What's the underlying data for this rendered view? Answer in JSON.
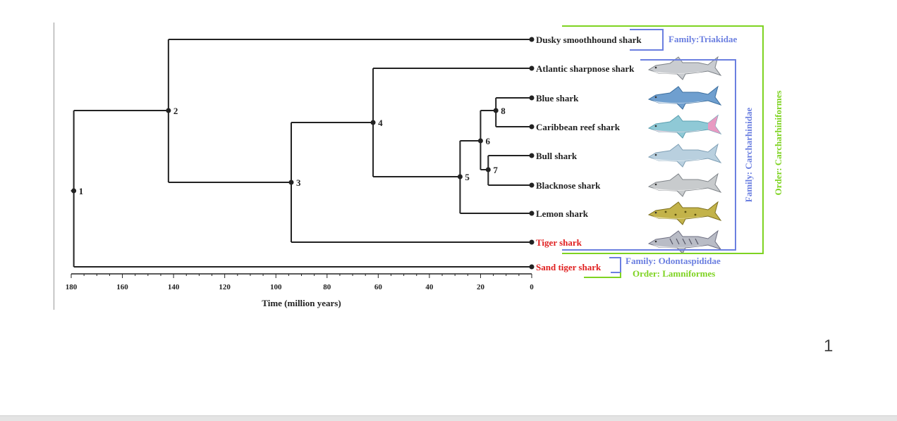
{
  "colors": {
    "tree": "#222222",
    "triakidae": "#6b7fe0",
    "carcharhinidae": "#6b7fe0",
    "carcharhiniformes": "#7ed321",
    "odontaspididae": "#6b7fe0",
    "lamniformes": "#7ed321",
    "highlight_species": "#e02020"
  },
  "nodes": [
    {
      "id": "n1",
      "label": "1",
      "age": 179
    },
    {
      "id": "n2",
      "label": "2",
      "age": 142
    },
    {
      "id": "n3",
      "label": "3",
      "age": 94
    },
    {
      "id": "n4",
      "label": "4",
      "age": 62
    },
    {
      "id": "n5",
      "label": "5",
      "age": 28
    },
    {
      "id": "n6",
      "label": "6",
      "age": 20
    },
    {
      "id": "n7",
      "label": "7",
      "age": 17
    },
    {
      "id": "n8",
      "label": "8",
      "age": 14
    }
  ],
  "species": [
    {
      "id": "dusky",
      "name": "Dusky smoothhound shark",
      "highlight": false
    },
    {
      "id": "atlantic",
      "name": "Atlantic sharpnose shark",
      "highlight": false,
      "illustration": "shark-illustration-grey"
    },
    {
      "id": "blue",
      "name": "Blue shark",
      "highlight": false,
      "illustration": "shark-illustration-blue"
    },
    {
      "id": "caribbean",
      "name": "Caribbean reef shark",
      "highlight": false,
      "illustration": "shark-illustration-teal-pink"
    },
    {
      "id": "bull",
      "name": "Bull shark",
      "highlight": false,
      "illustration": "shark-illustration-pale-blue"
    },
    {
      "id": "blacknose",
      "name": "Blacknose shark",
      "highlight": false,
      "illustration": "shark-illustration-silver"
    },
    {
      "id": "lemon",
      "name": "Lemon shark",
      "highlight": false,
      "illustration": "shark-illustration-olive"
    },
    {
      "id": "tiger",
      "name": "Tiger shark",
      "highlight": true,
      "illustration": "shark-illustration-striped"
    },
    {
      "id": "sand",
      "name": "Sand tiger shark",
      "highlight": true
    }
  ],
  "groups": {
    "triakidae": "Family:Triakidae",
    "carcharhinidae": "Family: Carcharhinidae",
    "carcharhiniformes": "Order: Carcharhiniformes",
    "odontaspididae": "Family: Odontaspididae",
    "lamniformes": "Order: Lamniformes"
  },
  "axis": {
    "title": "Time (million years)",
    "ticks": [
      180,
      160,
      140,
      120,
      100,
      80,
      60,
      40,
      20,
      0
    ],
    "range": [
      180,
      0
    ]
  },
  "page_number": "1"
}
